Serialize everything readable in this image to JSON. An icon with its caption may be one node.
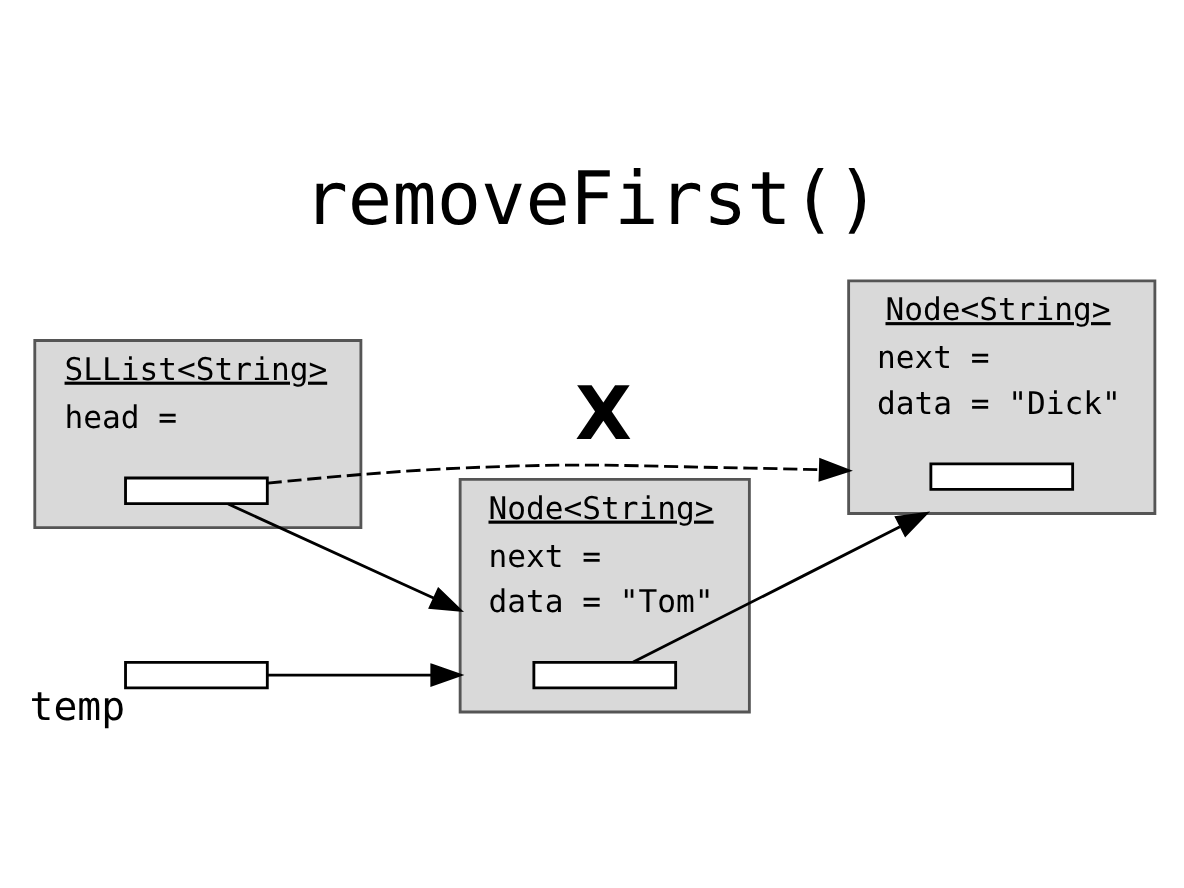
{
  "diagram": {
    "title": "removeFirst()",
    "nodes": [
      {
        "text": [
          "SLList<String>",
          "head ="
        ]
      },
      {
        "text": [],
        "shape": "box",
        "in": 0
      },
      {
        "text": [
          "Node<String>",
          "next =",
          "data = \"Dick\""
        ]
      },
      {
        "text": [],
        "shape": "box",
        "in": 2
      },
      {
        "text": [
          "Node<String>",
          "next =",
          "data = \"Tom\""
        ]
      },
      {
        "text": [],
        "shape": "box",
        "in": 4
      },
      {
        "text": [],
        "shape": "box",
        "beside": [
          "temp"
        ]
      }
    ],
    "edges": [
      {
        "from": 1,
        "to": 2,
        "arrow": "to",
        "style": "dashed",
        "label": "X"
      },
      {
        "from": 1,
        "to": 4,
        "arrow": "to"
      },
      {
        "from": 5,
        "to": 2,
        "arrow": "to"
      },
      {
        "from": 6,
        "to": 4,
        "arrow": "to"
      }
    ]
  }
}
